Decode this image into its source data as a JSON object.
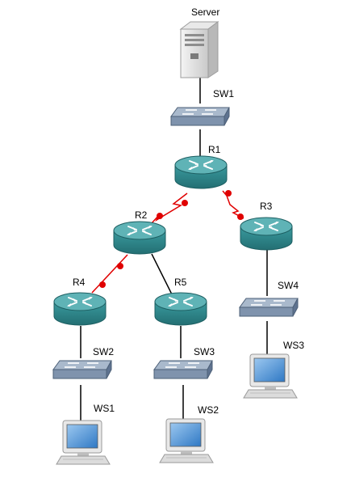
{
  "labels": {
    "server": "Server",
    "sw1": "SW1",
    "r1": "R1",
    "r2": "R2",
    "r3": "R3",
    "r4": "R4",
    "r5": "R5",
    "sw2": "SW2",
    "sw3": "SW3",
    "sw4": "SW4",
    "ws1": "WS1",
    "ws2": "WS2",
    "ws3": "WS3"
  },
  "colors": {
    "ethernet_link": "#000000",
    "serial_link": "#e00000",
    "router_body": "#2f8f93",
    "router_top": "#5fb3b6",
    "switch_body": "#7f93ad",
    "switch_top": "#a9b9cc",
    "serial_dot": "#e00000"
  },
  "icons": {
    "server": "server-tower-icon",
    "router": "router-icon",
    "switch": "switch-icon",
    "workstation": "workstation-icon"
  }
}
